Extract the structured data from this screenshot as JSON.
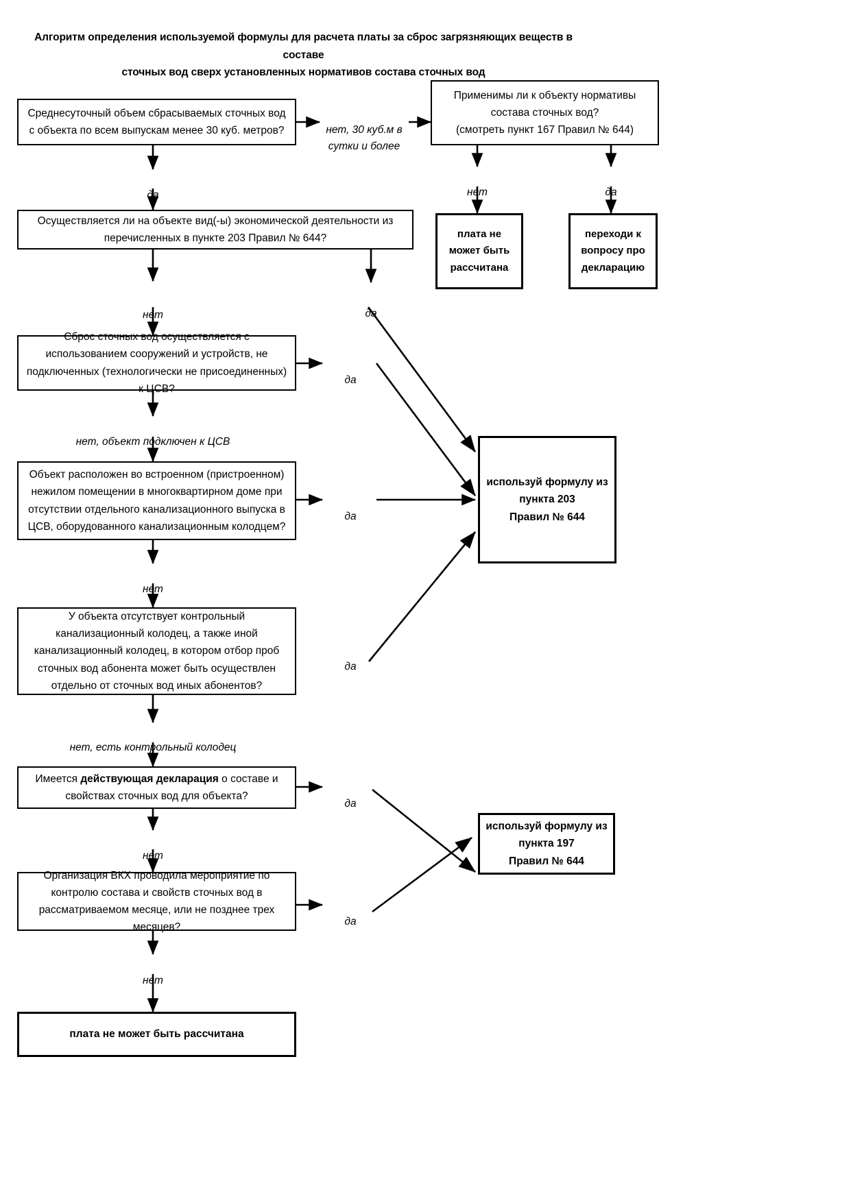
{
  "title": {
    "line1": "Алгоритм определения используемой формулы для расчета платы за сброс загрязняющих веществ в составе",
    "line2": "сточных вод сверх установленных нормативов состава сточных вод"
  },
  "nodes": {
    "q_volume": "Среднесуточный объем сбрасываемых сточных вод с объекта по всем выпускам менее 30 куб. метров?",
    "q_norms": "Применимы ли к объекту нормативы состава сточных вод?\n(смотреть пункт 167 Правил № 644)",
    "q_activity": "Осуществляется ли на объекте вид(-ы) экономической деятельности из перечисленных в пункте 203 Правил № 644?",
    "r_nopay_top": "плата не может быть рассчитана",
    "r_goto_decl": "переходи к вопросу про декларацию",
    "q_discharge": "Сброс сточных вод осуществляется с использованием сооружений и устройств, не подключенных (технологически не присоединенных) к ЦСВ?",
    "q_builtin": "Объект расположен во встроенном (пристроенном) нежилом помещении в многоквартирном доме при отсутствии отдельного канализационного выпуска в ЦСВ, оборудованного канализационным колодцем?",
    "q_well": "У объекта отсутствует контрольный канализационный колодец, а также иной канализационный колодец, в котором отбор проб сточных вод абонента может быть осуществлен отдельно от сточных вод иных абонентов?",
    "q_declaration_pre": "Имеется ",
    "q_declaration_bold": "действующая декларация",
    "q_declaration_post": " о составе и свойствах сточных вод для объекта?",
    "q_vkh": "Организация ВКХ проводила мероприятие по контролю состава и свойств сточных вод в рассматриваемом месяце, или не позднее трех месяцев?",
    "r_formula_203": "используй формулу из пункта 203\nПравил № 644",
    "r_formula_197": "используй формулу из пункта 197\nПравил № 644",
    "r_nopay_bottom": "плата не может быть рассчитана"
  },
  "edge_labels": {
    "no_30cbm": "нет, 30 куб.м в\nсутки и более",
    "yes_1": "да",
    "no_norms": "нет",
    "yes_norms": "да",
    "no_activity": "нет",
    "yes_activity": "да",
    "yes_discharge": "да",
    "no_connected_cvs": "нет, объект подключен к ЦСВ",
    "yes_builtin": "да",
    "no_builtin": "нет",
    "yes_well": "да",
    "no_well_exists": "нет, есть контрольный колодец",
    "yes_declaration": "да",
    "no_declaration": "нет",
    "yes_vkh": "да",
    "no_vkh": "нет"
  },
  "colors": {
    "stroke": "#000000",
    "background": "#ffffff"
  },
  "chart_data": {
    "type": "flowchart",
    "title": "Алгоритм определения используемой формулы для расчета платы за сброс загрязняющих веществ в составе сточных вод сверх установленных нормативов состава сточных вод",
    "steps": [
      {
        "id": "q_volume",
        "kind": "decision",
        "text": "Среднесуточный объем сбрасываемых сточных вод с объекта по всем выпускам менее 30 куб. метров?"
      },
      {
        "id": "q_norms",
        "kind": "decision",
        "text": "Применимы ли к объекту нормативы состава сточных вод? (смотреть пункт 167 Правил № 644)"
      },
      {
        "id": "q_activity",
        "kind": "decision",
        "text": "Осуществляется ли на объекте вид(-ы) экономической деятельности из перечисленных в пункте 203 Правил № 644?"
      },
      {
        "id": "r_nopay_top",
        "kind": "terminal",
        "text": "плата не может быть рассчитана"
      },
      {
        "id": "r_goto_decl",
        "kind": "terminal",
        "text": "переходи к вопросу про декларацию"
      },
      {
        "id": "q_discharge",
        "kind": "decision",
        "text": "Сброс сточных вод осуществляется с использованием сооружений и устройств, не подключенных (технологически не присоединенных) к ЦСВ?"
      },
      {
        "id": "q_builtin",
        "kind": "decision",
        "text": "Объект расположен во встроенном (пристроенном) нежилом помещении в многоквартирном доме при отсутствии отдельного канализационного выпуска в ЦСВ, оборудованного канализационным колодцем?"
      },
      {
        "id": "q_well",
        "kind": "decision",
        "text": "У объекта отсутствует контрольный канализационный колодец, а также иной канализационный колодец, в котором отбор проб сточных вод абонента может быть осуществлен отдельно от сточных вод иных абонентов?"
      },
      {
        "id": "q_declaration",
        "kind": "decision",
        "text": "Имеется действующая декларация о составе и свойствах сточных вод для объекта?"
      },
      {
        "id": "q_vkh",
        "kind": "decision",
        "text": "Организация ВКХ проводила мероприятие по контролю состава и свойств сточных вод в рассматриваемом месяце, или не позднее трех месяцев?"
      },
      {
        "id": "r_formula_203",
        "kind": "terminal",
        "text": "используй формулу из пункта 203 Правил № 644"
      },
      {
        "id": "r_formula_197",
        "kind": "terminal",
        "text": "используй формулу из пункта 197 Правил № 644"
      },
      {
        "id": "r_nopay_bottom",
        "kind": "terminal",
        "text": "плата не может быть рассчитана"
      }
    ],
    "edges": [
      {
        "from": "q_volume",
        "to": "q_norms",
        "label": "нет, 30 куб.м в сутки и более"
      },
      {
        "from": "q_volume",
        "to": "q_activity",
        "label": "да"
      },
      {
        "from": "q_norms",
        "to": "r_nopay_top",
        "label": "нет"
      },
      {
        "from": "q_norms",
        "to": "r_goto_decl",
        "label": "да"
      },
      {
        "from": "q_activity",
        "to": "q_discharge",
        "label": "нет"
      },
      {
        "from": "q_activity",
        "to": "r_formula_203",
        "label": "да"
      },
      {
        "from": "q_discharge",
        "to": "r_formula_203",
        "label": "да"
      },
      {
        "from": "q_discharge",
        "to": "q_builtin",
        "label": "нет, объект подключен к ЦСВ"
      },
      {
        "from": "q_builtin",
        "to": "r_formula_203",
        "label": "да"
      },
      {
        "from": "q_builtin",
        "to": "q_well",
        "label": "нет"
      },
      {
        "from": "q_well",
        "to": "r_formula_203",
        "label": "да"
      },
      {
        "from": "q_well",
        "to": "q_declaration",
        "label": "нет, есть контрольный колодец"
      },
      {
        "from": "q_declaration",
        "to": "r_formula_197",
        "label": "да"
      },
      {
        "from": "q_declaration",
        "to": "q_vkh",
        "label": "нет"
      },
      {
        "from": "q_vkh",
        "to": "r_formula_197",
        "label": "да"
      },
      {
        "from": "q_vkh",
        "to": "r_nopay_bottom",
        "label": "нет"
      }
    ]
  }
}
